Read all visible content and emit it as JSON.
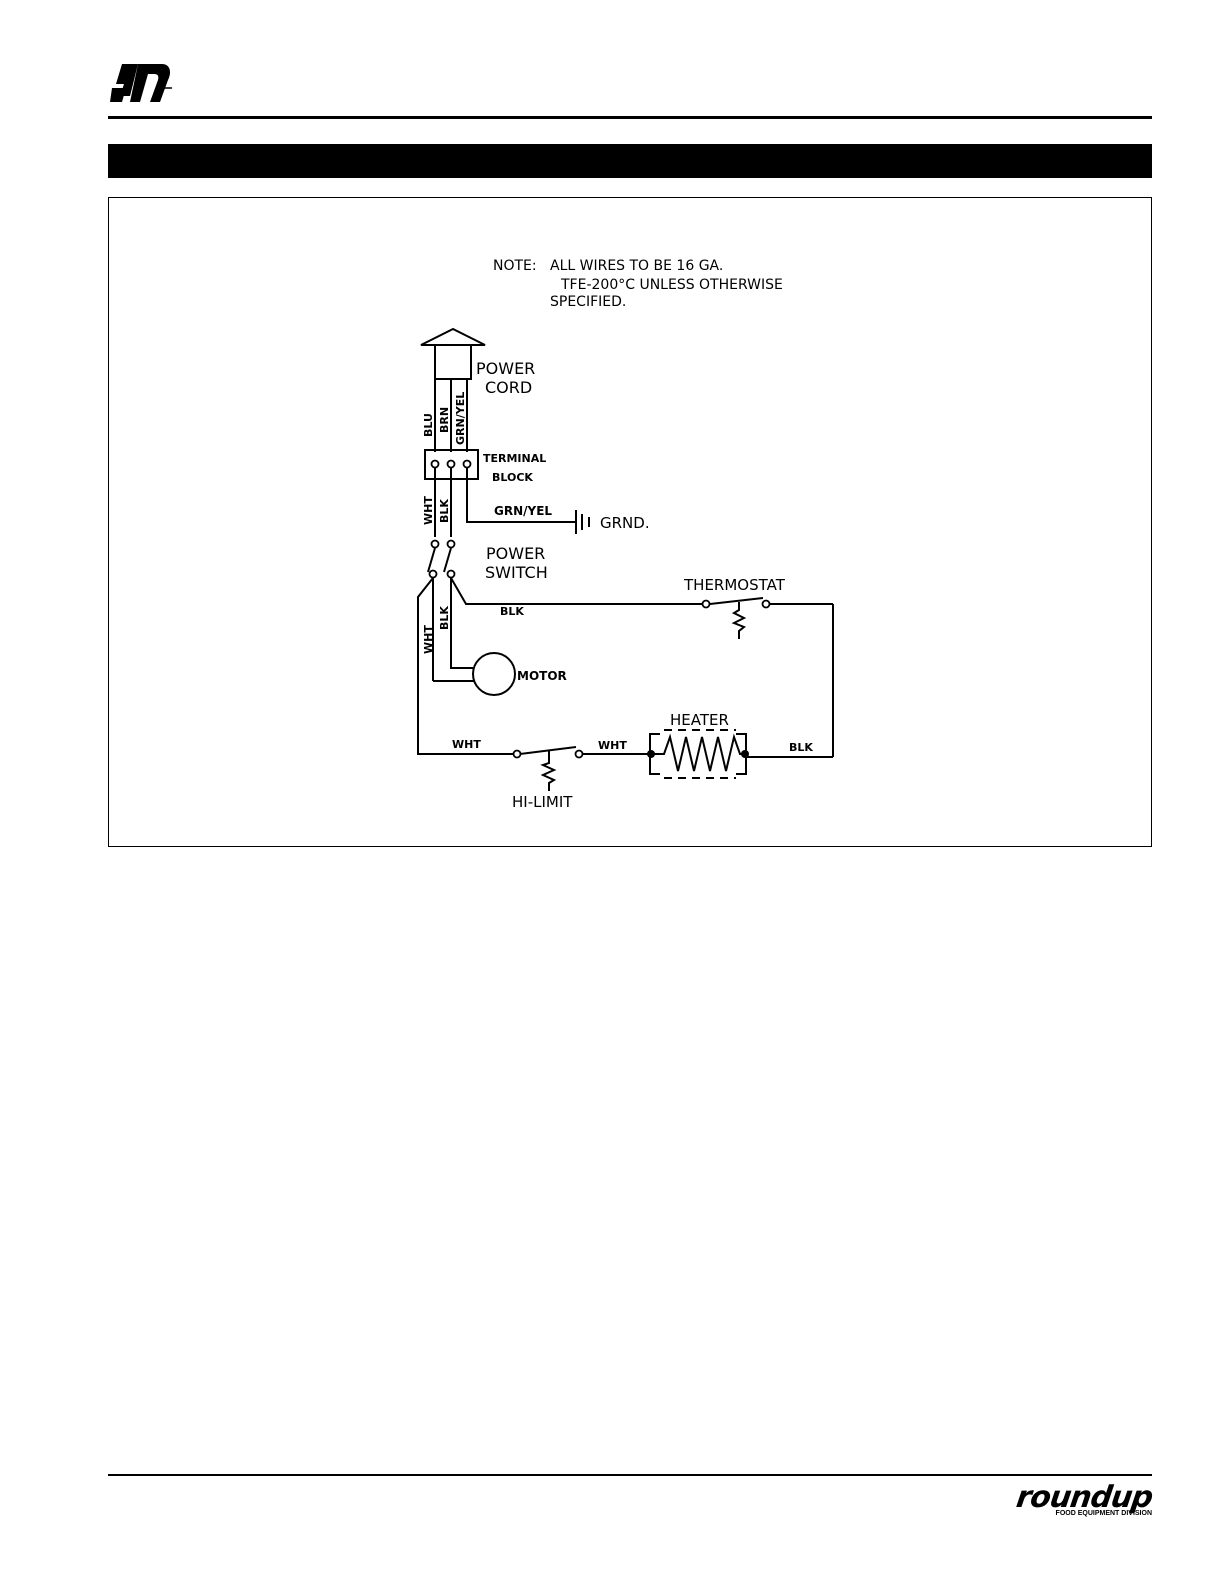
{
  "diagram": {
    "note": [
      "NOTE:",
      "ALL WIRES TO BE 16 GA.",
      "TFE-200°C UNLESS OTHERWISE",
      "SPECIFIED."
    ],
    "labels": {
      "power_cord": [
        "POWER",
        "CORD"
      ],
      "terminal_block": [
        "TERMINAL",
        "BLOCK"
      ],
      "ground": "GRND.",
      "power_switch": [
        "POWER",
        "SWITCH"
      ],
      "thermostat": "THERMOSTAT",
      "motor": "MOTOR",
      "heater": "HEATER",
      "hi_limit": "HI-LIMIT"
    },
    "wires": {
      "blu": "BLU",
      "brn": "BRN",
      "grn_yel_cord": "GRN/YEL",
      "grn_yel": "GRN/YEL",
      "wht_upper": "WHT",
      "blk_upper": "BLK",
      "blk_thermo": "BLK",
      "wht_lower": "WHT",
      "blk_lower": "BLK",
      "wht_bottom": "WHT",
      "wht_heater": "WHT",
      "blk_heater": "BLK"
    }
  },
  "footer": {
    "brand": "roundup",
    "brand_sub": "FOOD EQUIPMENT DIVISION"
  }
}
